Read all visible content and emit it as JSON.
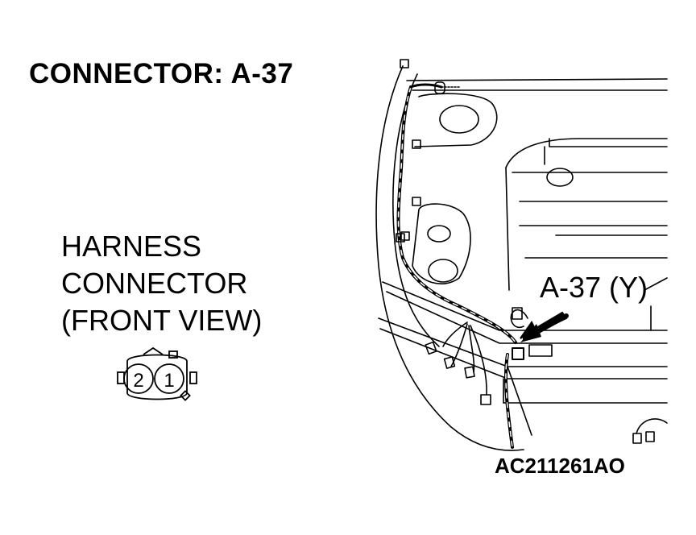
{
  "title": "CONNECTOR: A-37",
  "harness": {
    "line1": "HARNESS",
    "line2": "CONNECTOR",
    "line3": "(FRONT VIEW)"
  },
  "connector": {
    "pin_left": "2",
    "pin_right": "1"
  },
  "callout": "A-37 (Y)",
  "figure_id": "AC211261AO"
}
